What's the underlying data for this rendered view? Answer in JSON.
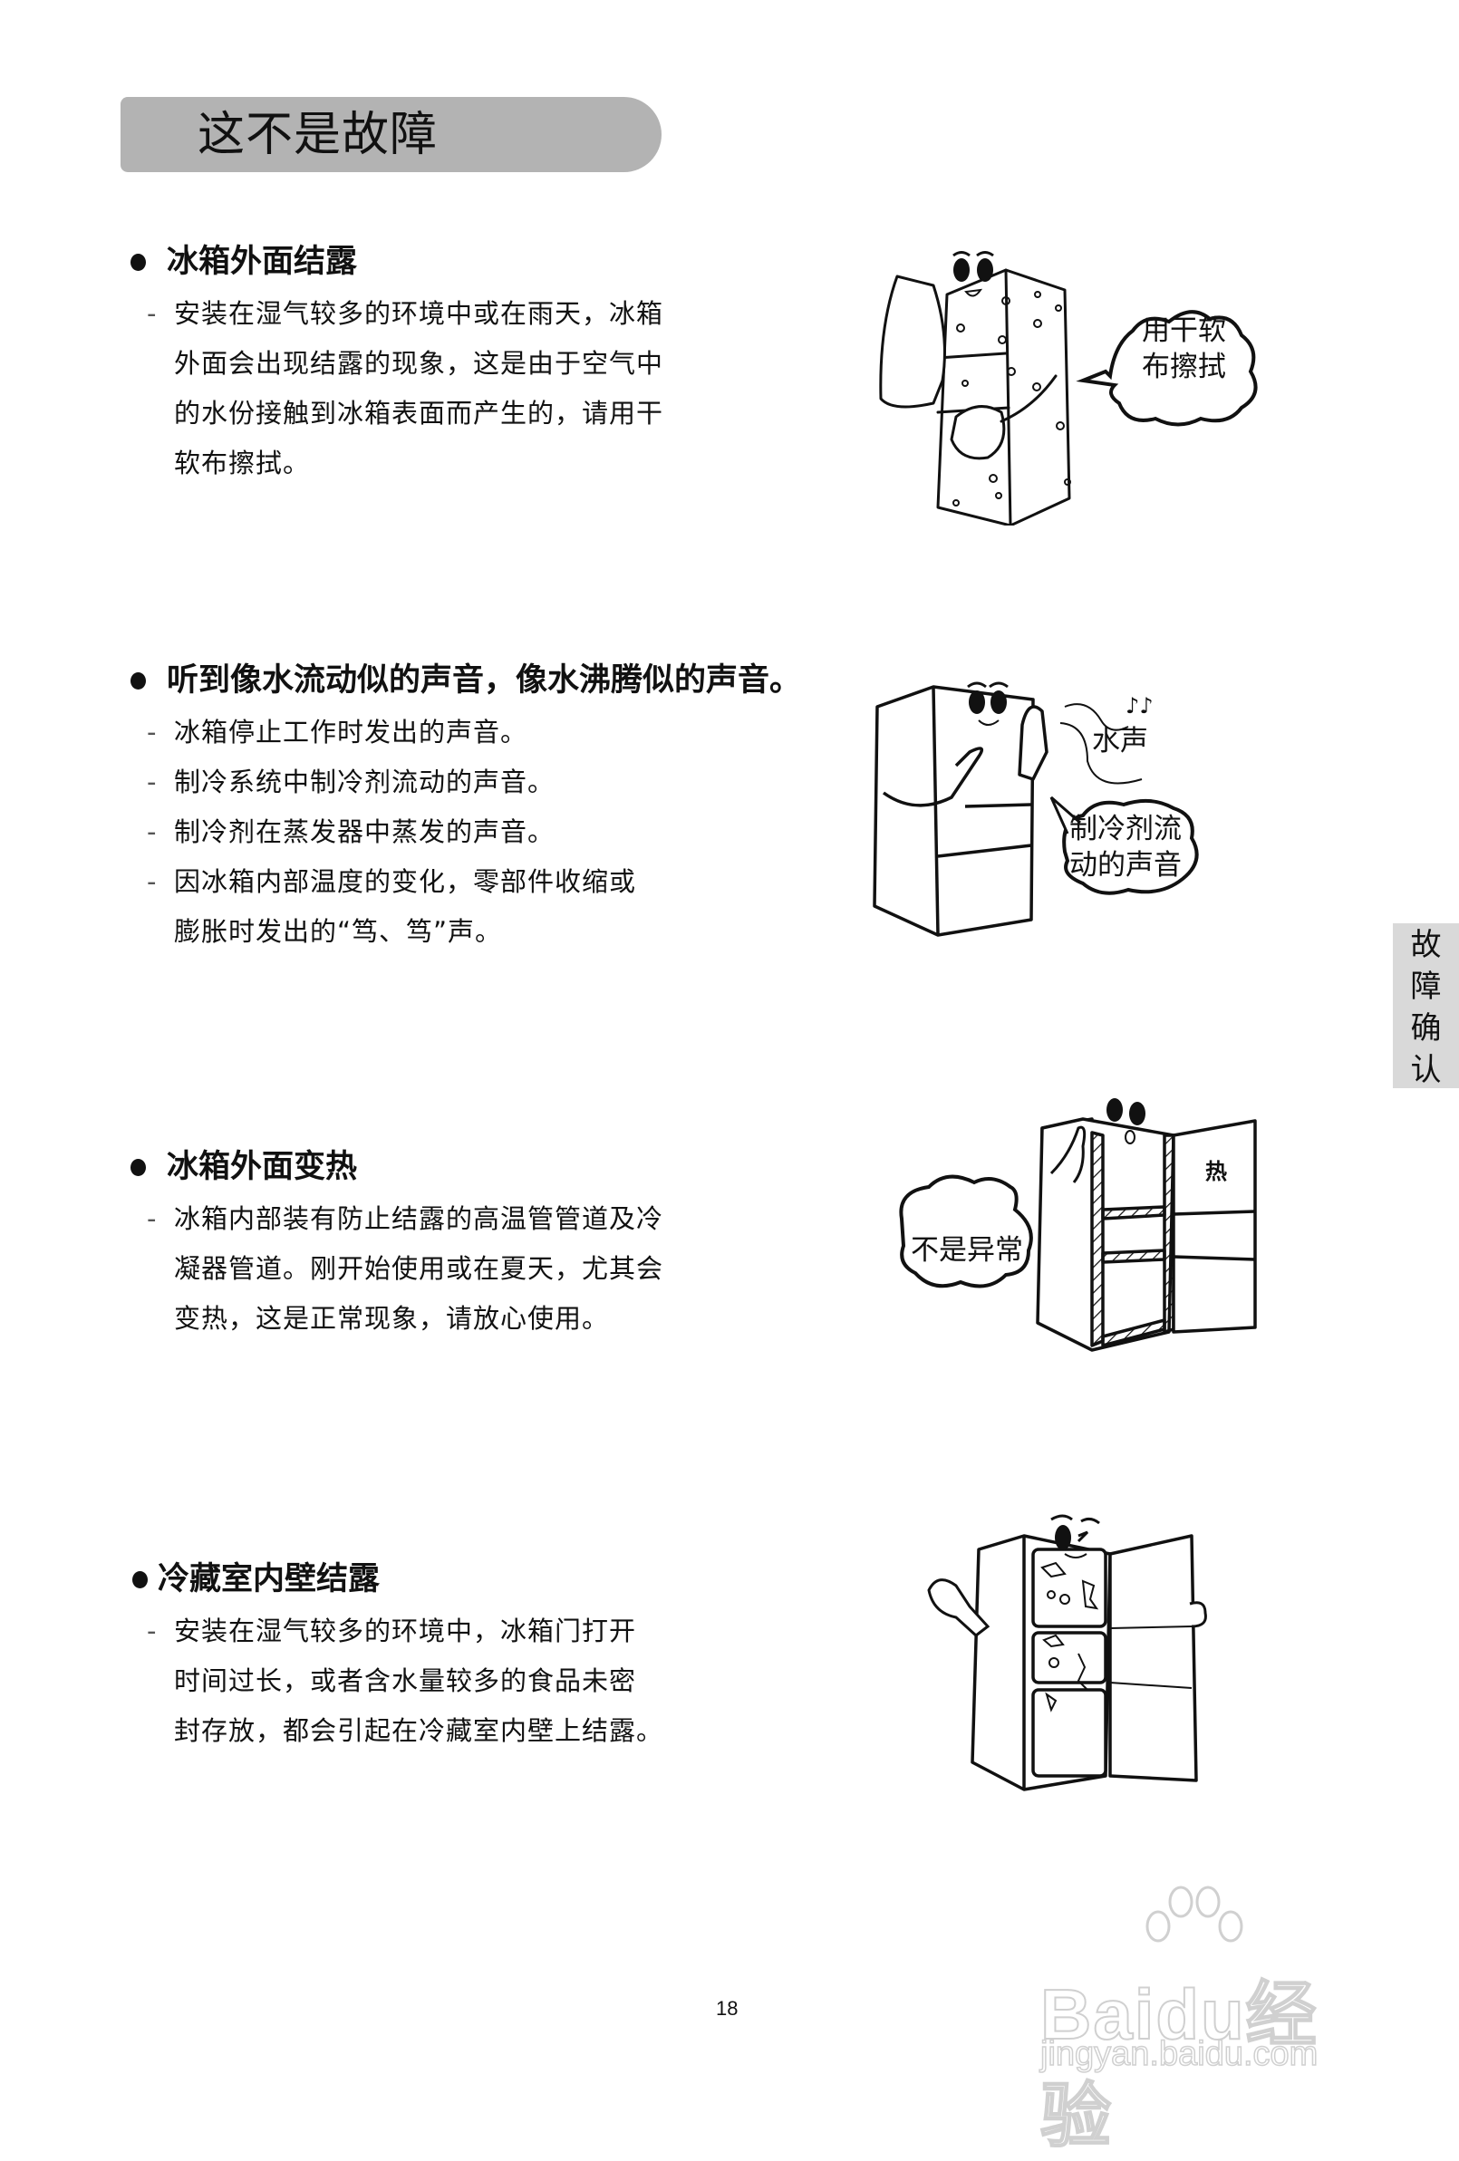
{
  "page": {
    "title": "这不是故障",
    "side_tab": [
      "故",
      "障",
      "确",
      "认"
    ],
    "page_number": "18"
  },
  "sections": [
    {
      "heading": "冰箱外面结露",
      "lines": [
        {
          "dash": "-",
          "text": "安装在湿气较多的环境中或在雨天，冰箱"
        },
        {
          "dash": "",
          "text": "外面会出现结露的现象，这是由于空气中"
        },
        {
          "dash": "",
          "text": "的水份接触到冰箱表面而产生的，请用干"
        },
        {
          "dash": "",
          "text": "软布擦拭。"
        }
      ],
      "illustration": {
        "bubble_lines": [
          "用干软",
          "布擦拭"
        ]
      }
    },
    {
      "heading": "听到像水流动似的声音，像水沸腾似的声音。",
      "lines": [
        {
          "dash": "-",
          "text": "冰箱停止工作时发出的声音。"
        },
        {
          "dash": "-",
          "text": "制冷系统中制冷剂流动的声音。"
        },
        {
          "dash": "-",
          "text": "制冷剂在蒸发器中蒸发的声音。"
        },
        {
          "dash": "-",
          "text": "因冰箱内部温度的变化，零部件收缩或"
        },
        {
          "dash": "",
          "text": "膨胀时发出的“笃、笃”声。"
        }
      ],
      "illustration": {
        "sound_label": "水声",
        "note_symbol": "♪♪",
        "bubble_lines": [
          "制冷剂流",
          "动的声音"
        ]
      }
    },
    {
      "heading": "冰箱外面变热",
      "lines": [
        {
          "dash": "-",
          "text": "冰箱内部装有防止结露的高温管管道及冷"
        },
        {
          "dash": "",
          "text": "凝器管道。刚开始使用或在夏天，尤其会"
        },
        {
          "dash": "",
          "text": "变热，这是正常现象，请放心使用。"
        }
      ],
      "illustration": {
        "bubble_lines": [
          "不是异常"
        ],
        "door_label": "热"
      }
    },
    {
      "heading": "冷藏室内壁结露",
      "lines": [
        {
          "dash": "-",
          "text": "安装在湿气较多的环境中，冰箱门打开"
        },
        {
          "dash": "",
          "text": "时间过长，或者含水量较多的食品未密"
        },
        {
          "dash": "",
          "text": "封存放，都会引起在冷藏室内壁上结露。"
        }
      ],
      "illustration": {}
    }
  ],
  "watermark": {
    "brand": "Baidu经验",
    "url": "jingyan.baidu.com"
  }
}
